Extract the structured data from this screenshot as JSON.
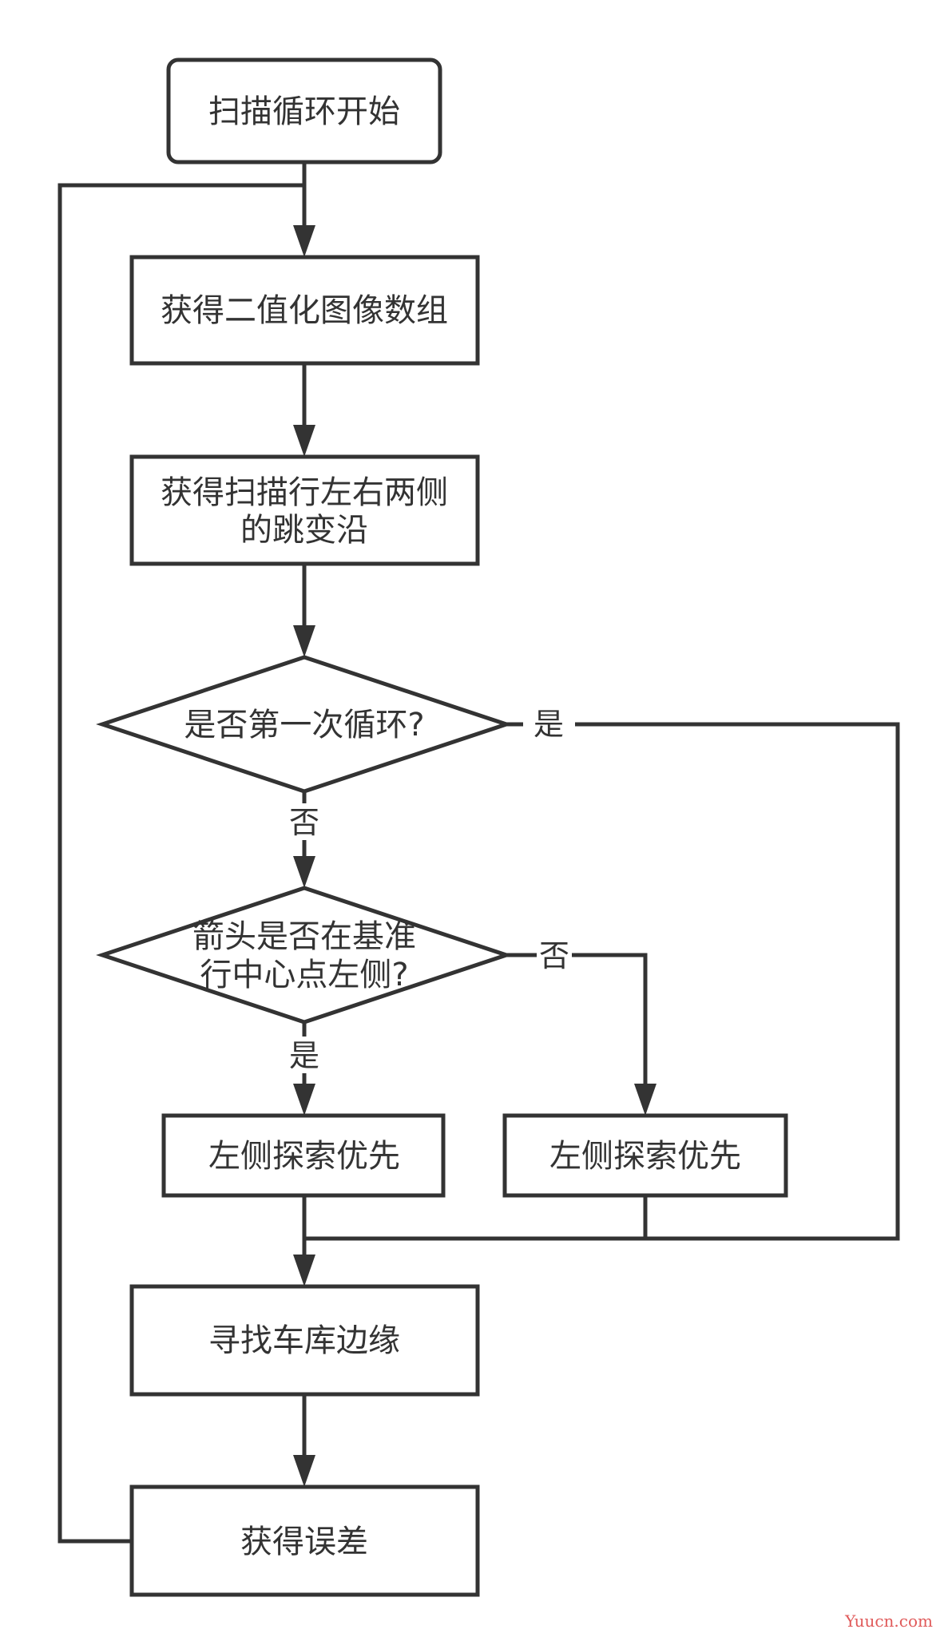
{
  "nodes": {
    "start": {
      "label": "扫描循环开始"
    },
    "get_binary": {
      "label": "获得二值化图像数组"
    },
    "get_edges": {
      "line1": "获得扫描行左右两侧",
      "line2": "的跳变沿"
    },
    "first_loop": {
      "label": "是否第一次循环?"
    },
    "arrow_left": {
      "line1": "箭头是否在基准",
      "line2": "行中心点左侧?"
    },
    "left_priority_a": {
      "label": "左侧探索优先"
    },
    "left_priority_b": {
      "label": "左侧探索优先"
    },
    "find_edge": {
      "label": "寻找车库边缘"
    },
    "get_error": {
      "label": "获得误差"
    }
  },
  "edges": {
    "first_yes": "是",
    "first_no": "否",
    "arrow_no": "否",
    "arrow_yes": "是"
  },
  "watermark": "Yuucn.com",
  "colors": {
    "stroke": "#333333",
    "background": "#ffffff",
    "watermark": "#e05a5a"
  }
}
